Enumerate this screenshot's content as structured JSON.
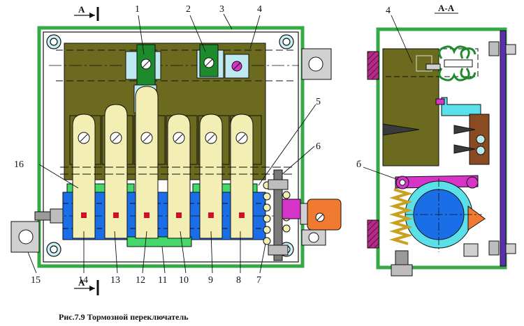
{
  "caption": "Рис.7.9  Тормозной переключатель",
  "section_marks": {
    "left_top": "А",
    "left_bottom": "А",
    "right_title": "А-А"
  },
  "callouts": {
    "c1": "1",
    "c2": "2",
    "c3": "3",
    "c4": "4",
    "c5": "5",
    "c6": "6",
    "c7": "7",
    "c8": "8",
    "c9": "9",
    "c10": "10",
    "c11": "11",
    "c12": "12",
    "c13": "13",
    "c14": "14",
    "c15": "15",
    "c16": "16",
    "r4": "4",
    "r6": "б"
  },
  "colors": {
    "frame": "#33aa44",
    "plate_olive": "#6b6a1e",
    "contact_yellow": "#f3efb4",
    "drum_blue": "#1a6fe8",
    "bar_green": "#44d86a",
    "clamp_green": "#1d8a2c",
    "cyan_part": "#59e0e8",
    "magenta_part": "#d633c8",
    "orange_part": "#f07a30",
    "brown_part": "#8a4a22",
    "spring_gold": "#c9a020",
    "gray_part": "#b5b5b5",
    "cover_purple": "#5a2fb0"
  }
}
